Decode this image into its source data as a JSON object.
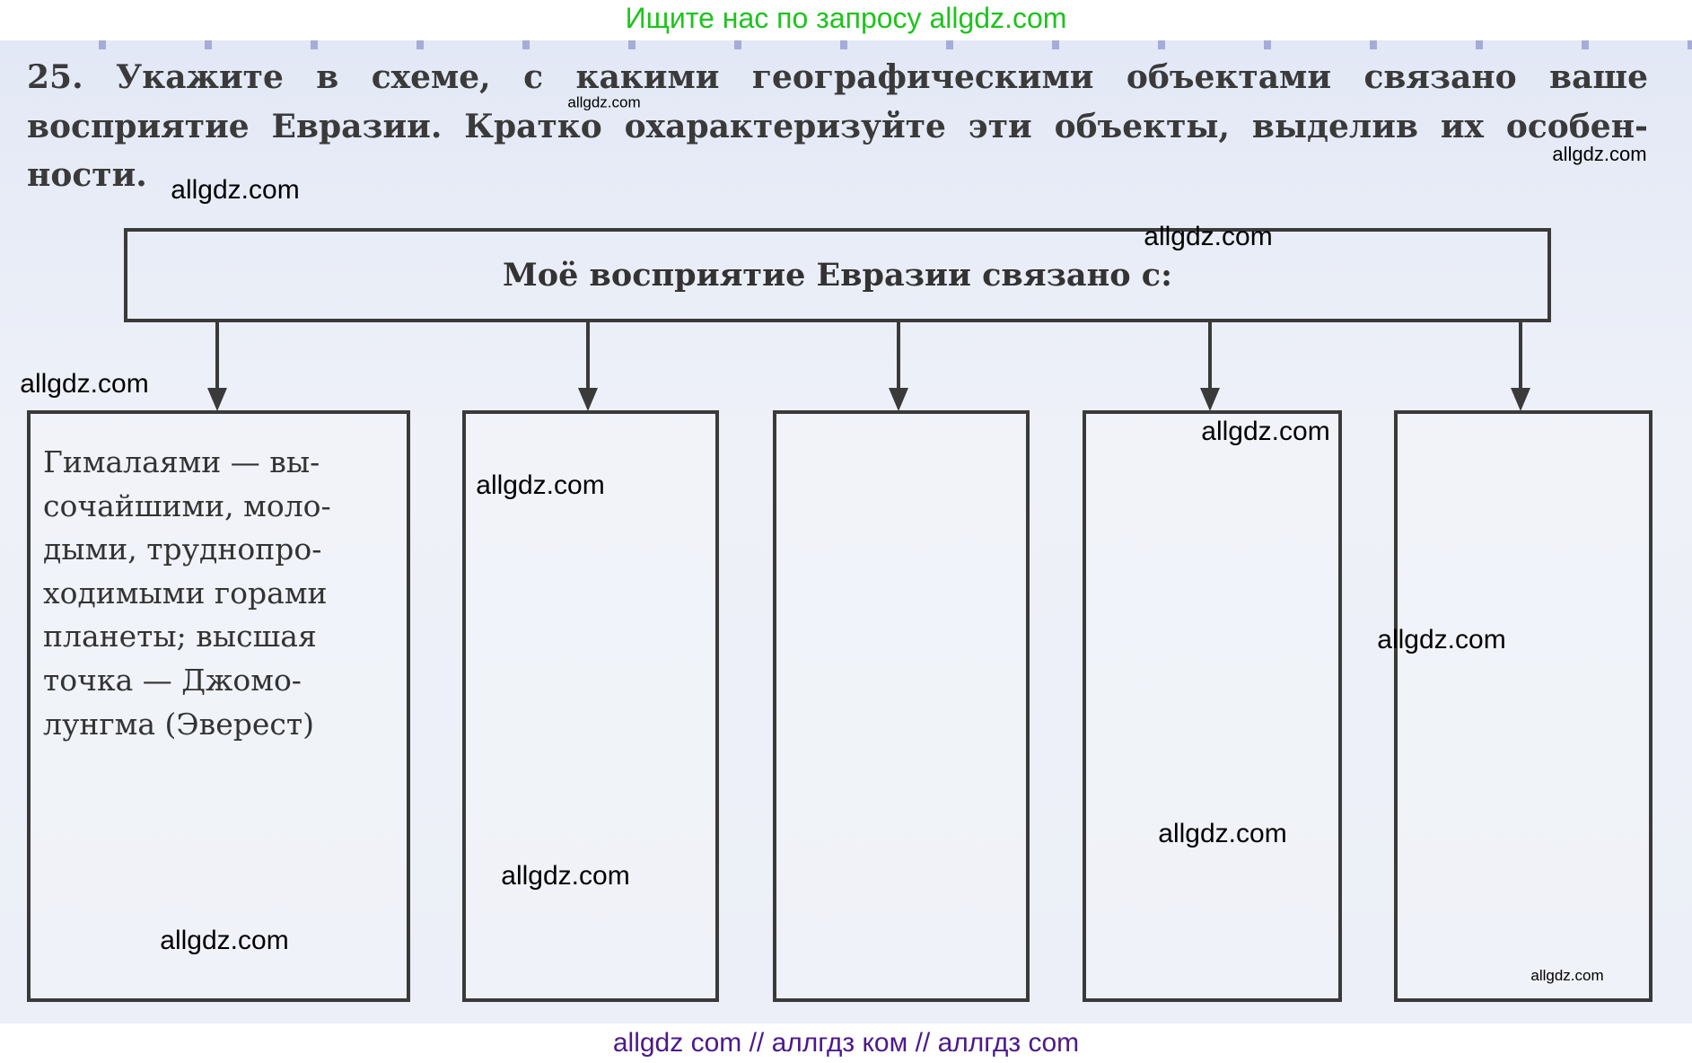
{
  "banner": {
    "text": "Ищите нас по запросу allgdz.com",
    "color": "#1ec31e"
  },
  "task": {
    "line1": "25. Укажите в схеме, с какими географическими объектами связано ваше",
    "line2": "восприятие Евразии. Кратко охарактеризуйте эти объекты, выделив их особен-",
    "line3": "ности."
  },
  "diagram": {
    "root": "Моё восприятие Евразии связано с:",
    "boxes": [
      {
        "text": "Гималаями — вы-\nсочайшими, моло-\nдыми, труднопро-\nходимыми горами\nпланеты; высшая\nточка — Джомо-\nлунгма (Эверест)"
      },
      {
        "text": ""
      },
      {
        "text": ""
      },
      {
        "text": ""
      },
      {
        "text": ""
      }
    ]
  },
  "watermarks": [
    "allgdz.com",
    "allgdz.com",
    "allgdz.com",
    "allgdz.com",
    "allgdz.com",
    "allgdz.com",
    "allgdz.com",
    "allgdz.com",
    "allgdz.com",
    "allgdz.com",
    "allgdz.com",
    "allgdz.com"
  ],
  "footer": {
    "text": "allgdz com  //  аллгдз ком  //  аллгдз com",
    "color": "#4b1a8a"
  }
}
